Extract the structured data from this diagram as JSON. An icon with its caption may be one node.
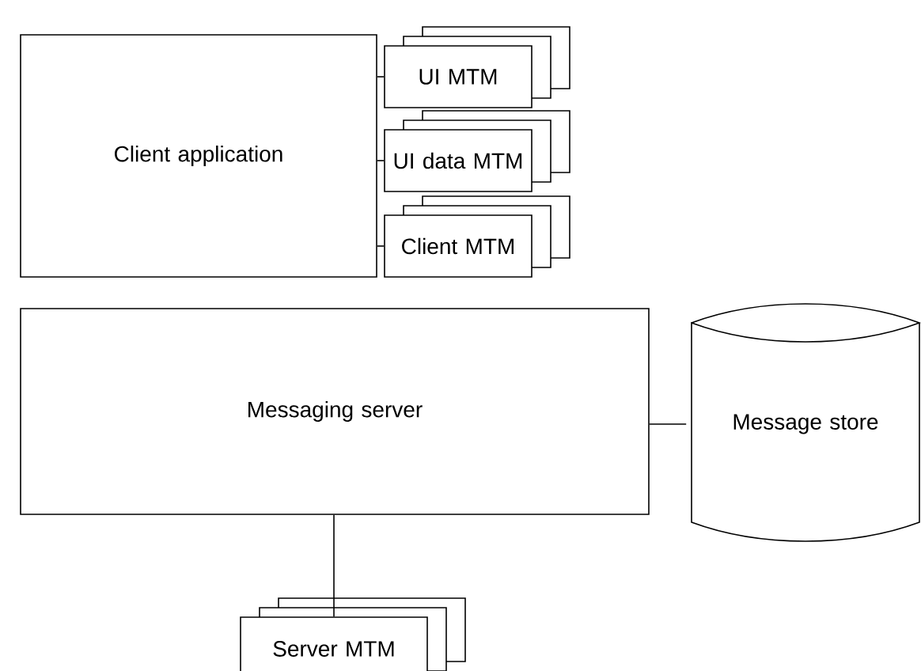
{
  "diagram": {
    "nodes": [
      {
        "text": [
          "Client application"
        ]
      },
      {
        "text": [
          "UI MTM"
        ]
      },
      {
        "text": [
          "UI data MTM"
        ]
      },
      {
        "text": [
          "Client MTM"
        ]
      },
      {
        "text": [
          "Messaging server"
        ]
      },
      {
        "text": [
          "Message store"
        ]
      },
      {
        "text": [
          "Server MTM"
        ]
      }
    ],
    "edges": [
      {
        "from": 0,
        "to": 1,
        "arrow": "none"
      },
      {
        "from": 0,
        "to": 2,
        "arrow": "none"
      },
      {
        "from": 0,
        "to": 3,
        "arrow": "none"
      },
      {
        "from": 4,
        "to": 5,
        "arrow": "none"
      },
      {
        "from": 4,
        "to": 6,
        "arrow": "none"
      }
    ]
  }
}
